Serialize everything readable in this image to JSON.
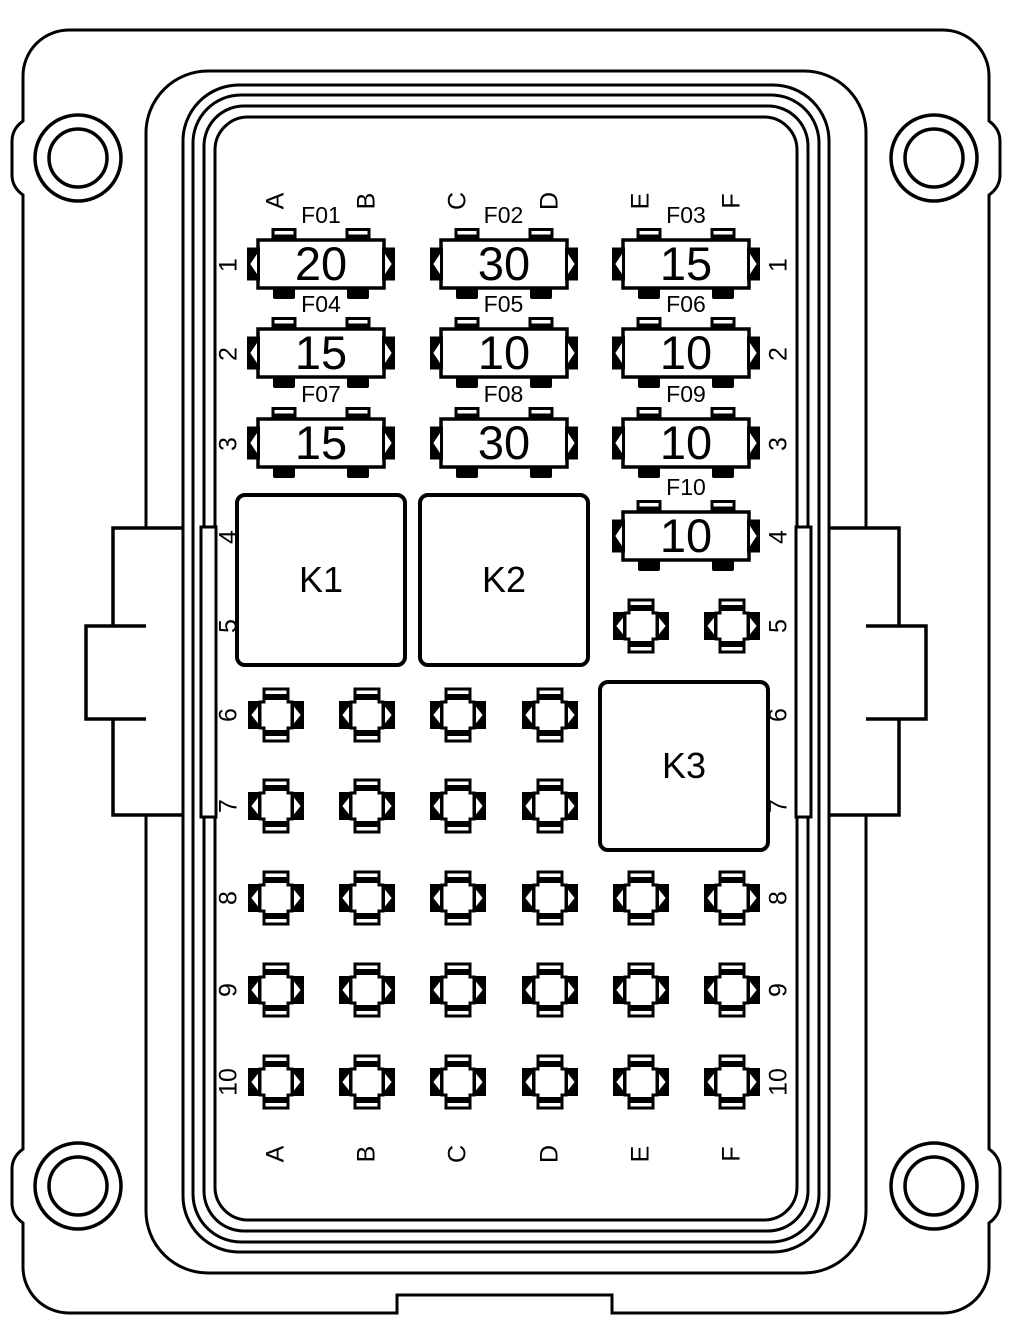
{
  "diagram": {
    "title": "fuse-box-top-view",
    "colors": {
      "line": "#000000",
      "background": "#ffffff"
    },
    "column_labels": [
      "A",
      "B",
      "C",
      "D",
      "E",
      "F"
    ],
    "row_labels": [
      "1",
      "2",
      "3",
      "4",
      "5",
      "6",
      "7",
      "8",
      "9",
      "10"
    ],
    "fuses": [
      {
        "id": "F01",
        "rating": "20",
        "columns": "AB",
        "row": 1
      },
      {
        "id": "F02",
        "rating": "30",
        "columns": "CD",
        "row": 1
      },
      {
        "id": "F03",
        "rating": "15",
        "columns": "EF",
        "row": 1
      },
      {
        "id": "F04",
        "rating": "15",
        "columns": "AB",
        "row": 2
      },
      {
        "id": "F05",
        "rating": "10",
        "columns": "CD",
        "row": 2
      },
      {
        "id": "F06",
        "rating": "10",
        "columns": "EF",
        "row": 2
      },
      {
        "id": "F07",
        "rating": "15",
        "columns": "AB",
        "row": 3
      },
      {
        "id": "F08",
        "rating": "30",
        "columns": "CD",
        "row": 3
      },
      {
        "id": "F09",
        "rating": "10",
        "columns": "EF",
        "row": 3
      },
      {
        "id": "F10",
        "rating": "10",
        "columns": "EF",
        "row": 4
      }
    ],
    "relays": [
      {
        "id": "K1",
        "columns": "AB",
        "rows": "4-5"
      },
      {
        "id": "K2",
        "columns": "CD",
        "rows": "4-5"
      },
      {
        "id": "K3",
        "columns": "EF",
        "rows": "6-7"
      }
    ],
    "terminals": [
      {
        "row": 5,
        "cols": [
          "E",
          "F"
        ]
      },
      {
        "row": 6,
        "cols": [
          "A",
          "B",
          "C",
          "D"
        ]
      },
      {
        "row": 7,
        "cols": [
          "A",
          "B",
          "C",
          "D"
        ]
      },
      {
        "row": 8,
        "cols": [
          "A",
          "B",
          "C",
          "D",
          "E",
          "F"
        ]
      },
      {
        "row": 9,
        "cols": [
          "A",
          "B",
          "C",
          "D",
          "E",
          "F"
        ]
      },
      {
        "row": 10,
        "cols": [
          "A",
          "B",
          "C",
          "D",
          "E",
          "F"
        ]
      }
    ]
  }
}
